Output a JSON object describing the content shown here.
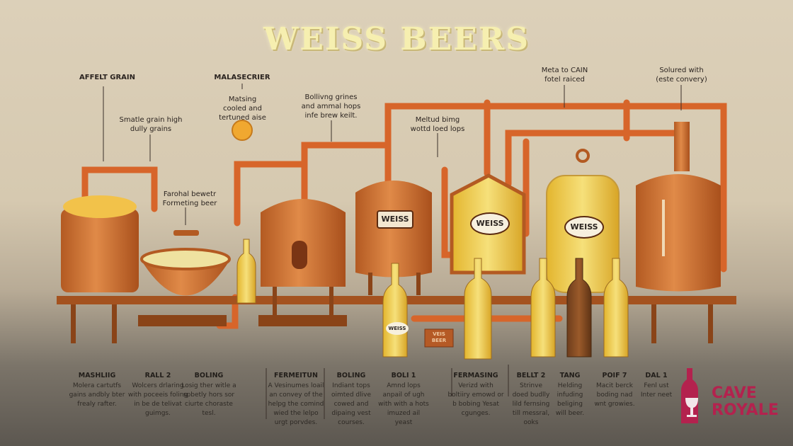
{
  "title": "WEISS BEERS",
  "annotations": [
    {
      "title": "AFFELT GRAIN",
      "text": ""
    },
    {
      "title": "",
      "text": "Smatle grain high dully grains"
    },
    {
      "title": "MALASECRIER",
      "text": "Matsing cooled and tertuned aise"
    },
    {
      "title": "",
      "text": "Bollivng grines and ammal hops infe brew keilt."
    },
    {
      "title": "",
      "text": "Meltud bimg wottd loed lops"
    },
    {
      "title": "",
      "text": "Meta to CAIN fotel raiced"
    },
    {
      "title": "",
      "text": "Solured with (este convery)"
    },
    {
      "title": "",
      "text": "Farohal bewetr Formeting beer"
    }
  ],
  "vessel_labels": [
    "WEISS",
    "WEISS",
    "WEISS"
  ],
  "bottle_label": "WEISS",
  "plate_label": "VEIS BEER",
  "steps": [
    {
      "title": "MASHLIIG",
      "text": "Molera cartutfs gains andbly bter frealy rafter."
    },
    {
      "title": "RALL 2",
      "text": "Wolcers drlaring with poceeis foling in be de telivat guimgs."
    },
    {
      "title": "BOLING",
      "text": "Losig ther witle a spbetly hors sor ciurte choraste tesl."
    },
    {
      "title": "FERMEITUN",
      "text": "A Vesinumes loail an convey of the helpg the comind wied the lelpo urgt porvdes."
    },
    {
      "title": "BOLING",
      "text": "Indiant tops oimted dlive cowed and dipaing vest courses."
    },
    {
      "title": "BOLI 1",
      "text": "Amnd lops anpail of ugh with with a hots imuzed ail yeast"
    },
    {
      "title": "FERMASING",
      "text": "Verizd with boltiiry emowd or b bobing Yesat cgunges."
    },
    {
      "title": "BELLT 2",
      "text": "Strinve doed budlly lild fernsing till messral, ooks"
    },
    {
      "title": "TANG",
      "text": "Helding infuding beliging will beer."
    },
    {
      "title": "POIF 7",
      "text": "Macit berck boding nad wnt growies."
    },
    {
      "title": "DAL 1",
      "text": "Fenl ust Inter neet"
    }
  ],
  "logo": {
    "line1": "CAVE",
    "line2": "ROYALE"
  },
  "colors": {
    "copper": "#c96a2c",
    "pipe": "#d9662a",
    "beer": "#e8c33a",
    "logo": "#b3224e"
  }
}
